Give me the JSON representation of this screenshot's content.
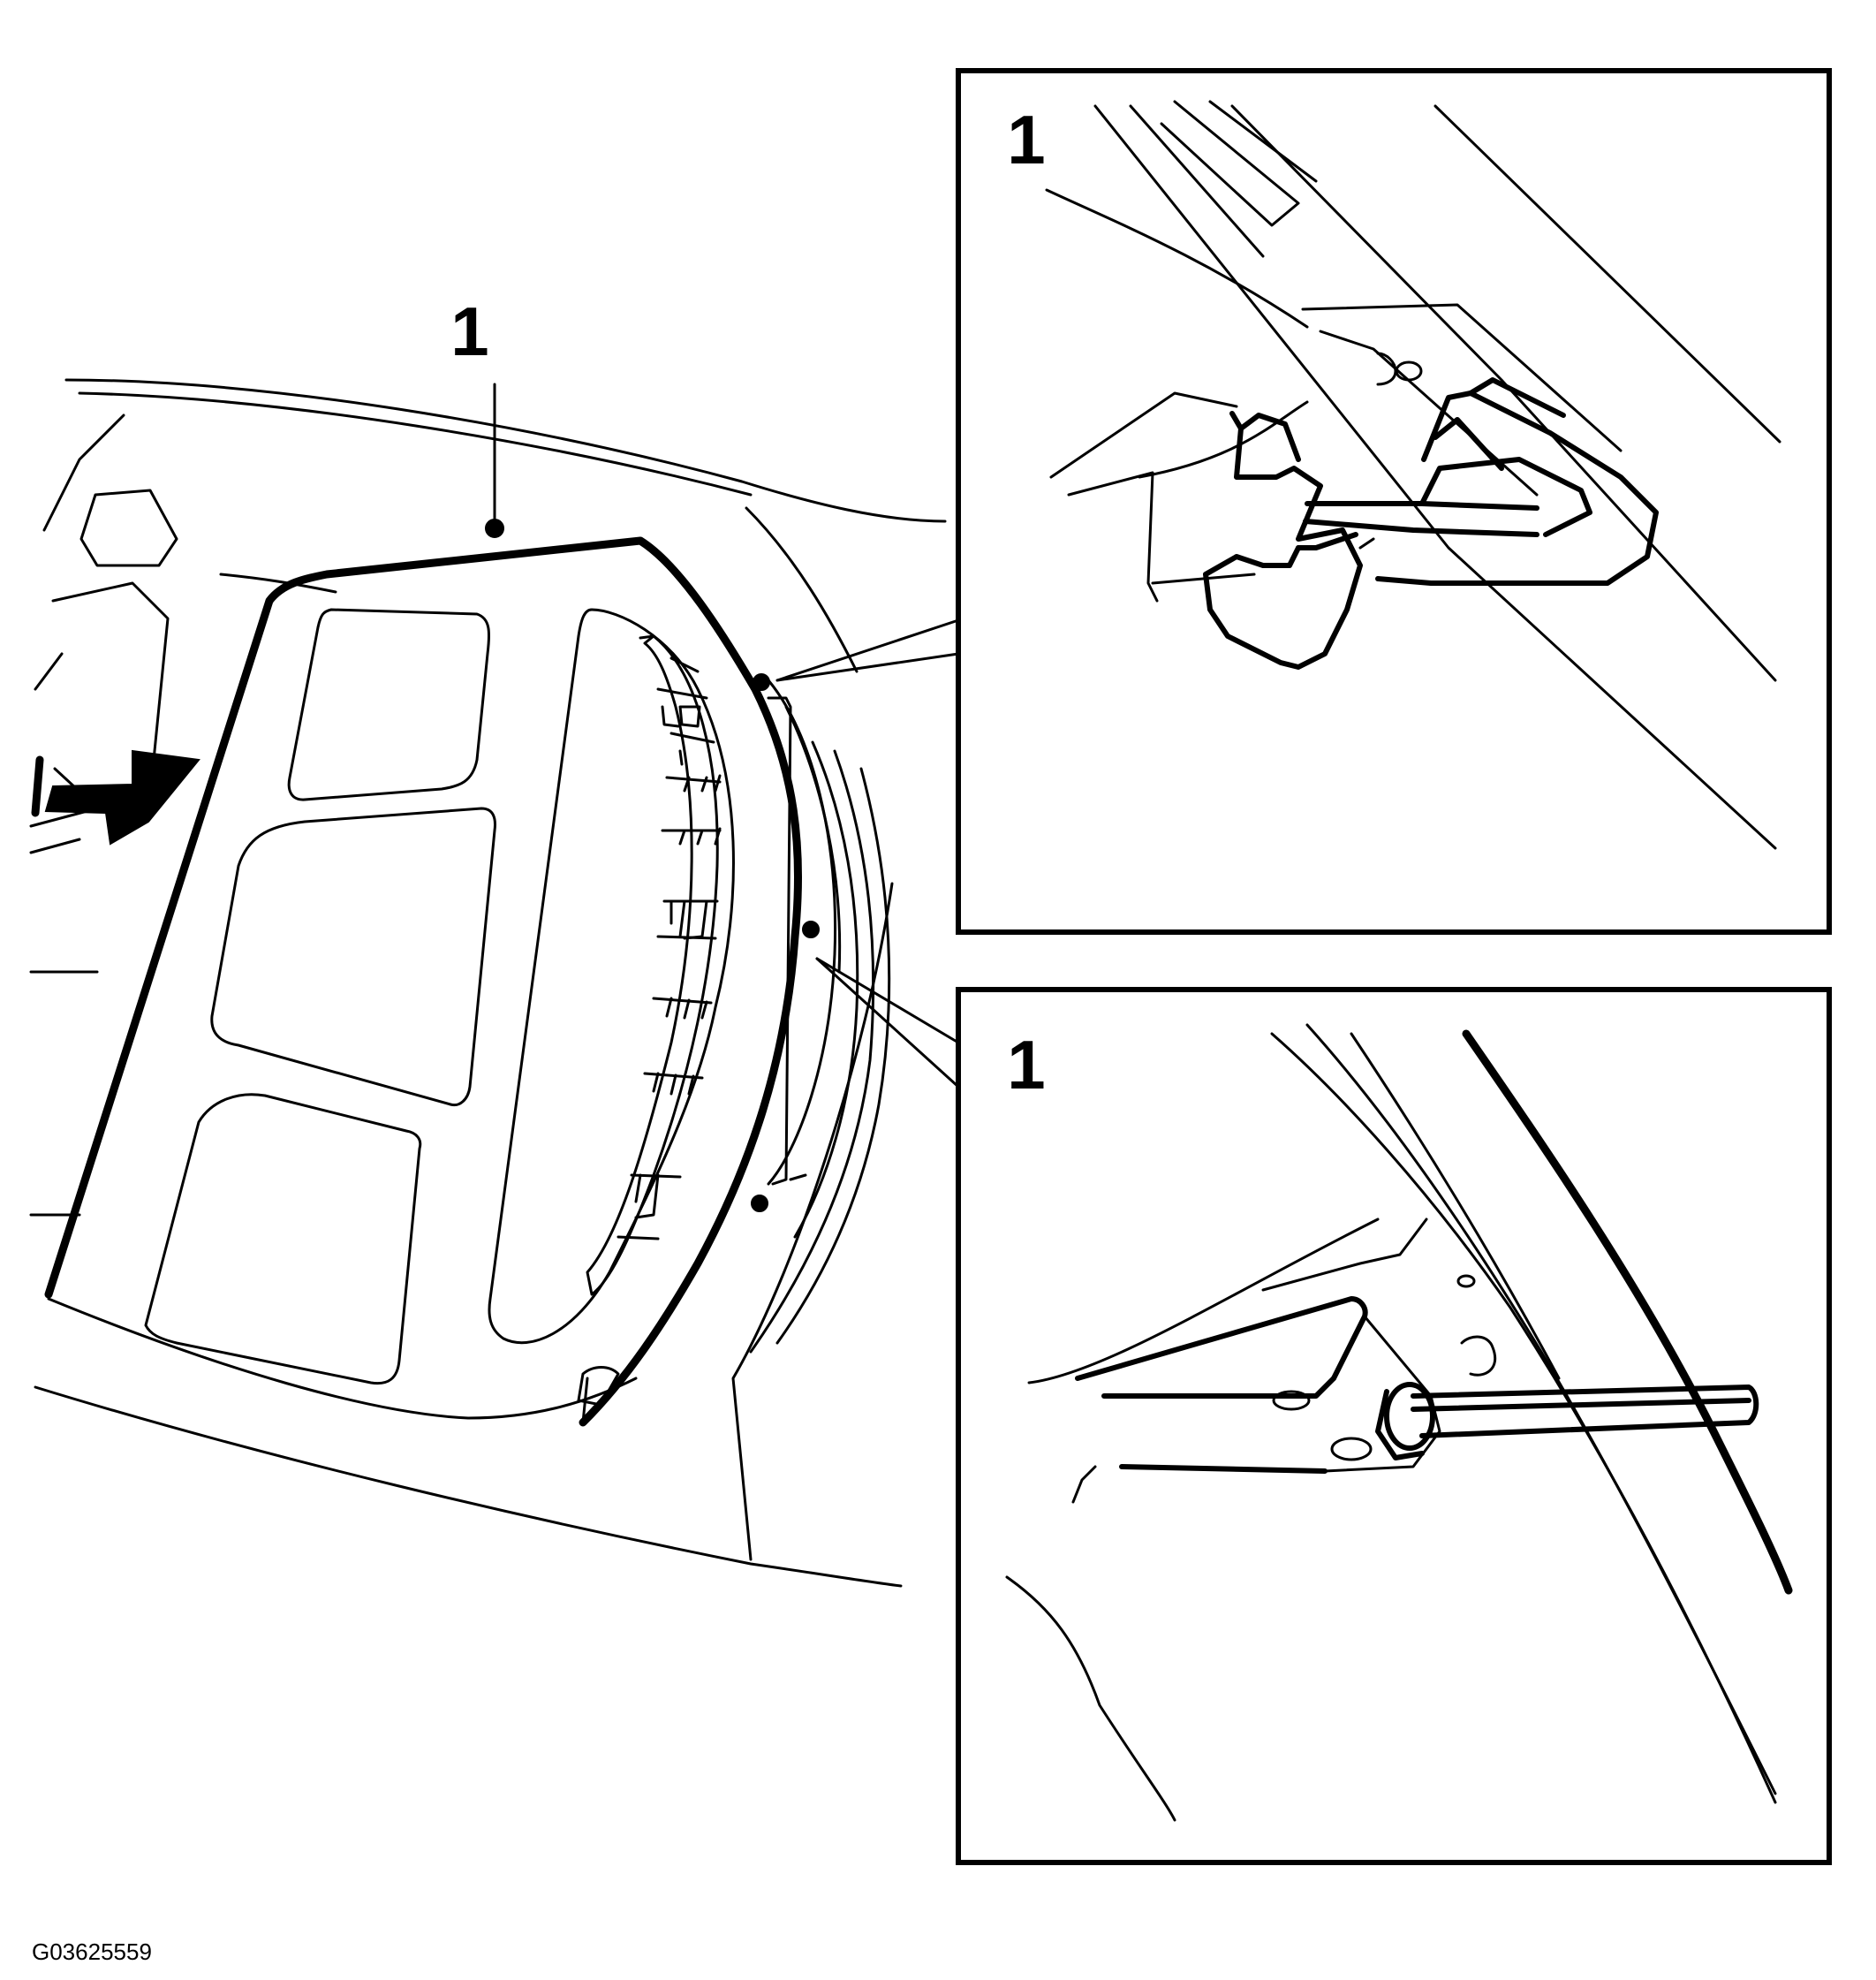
{
  "callouts": {
    "main": "1",
    "detail_top": "1",
    "detail_bottom": "1"
  },
  "reference_code": "G03625559"
}
